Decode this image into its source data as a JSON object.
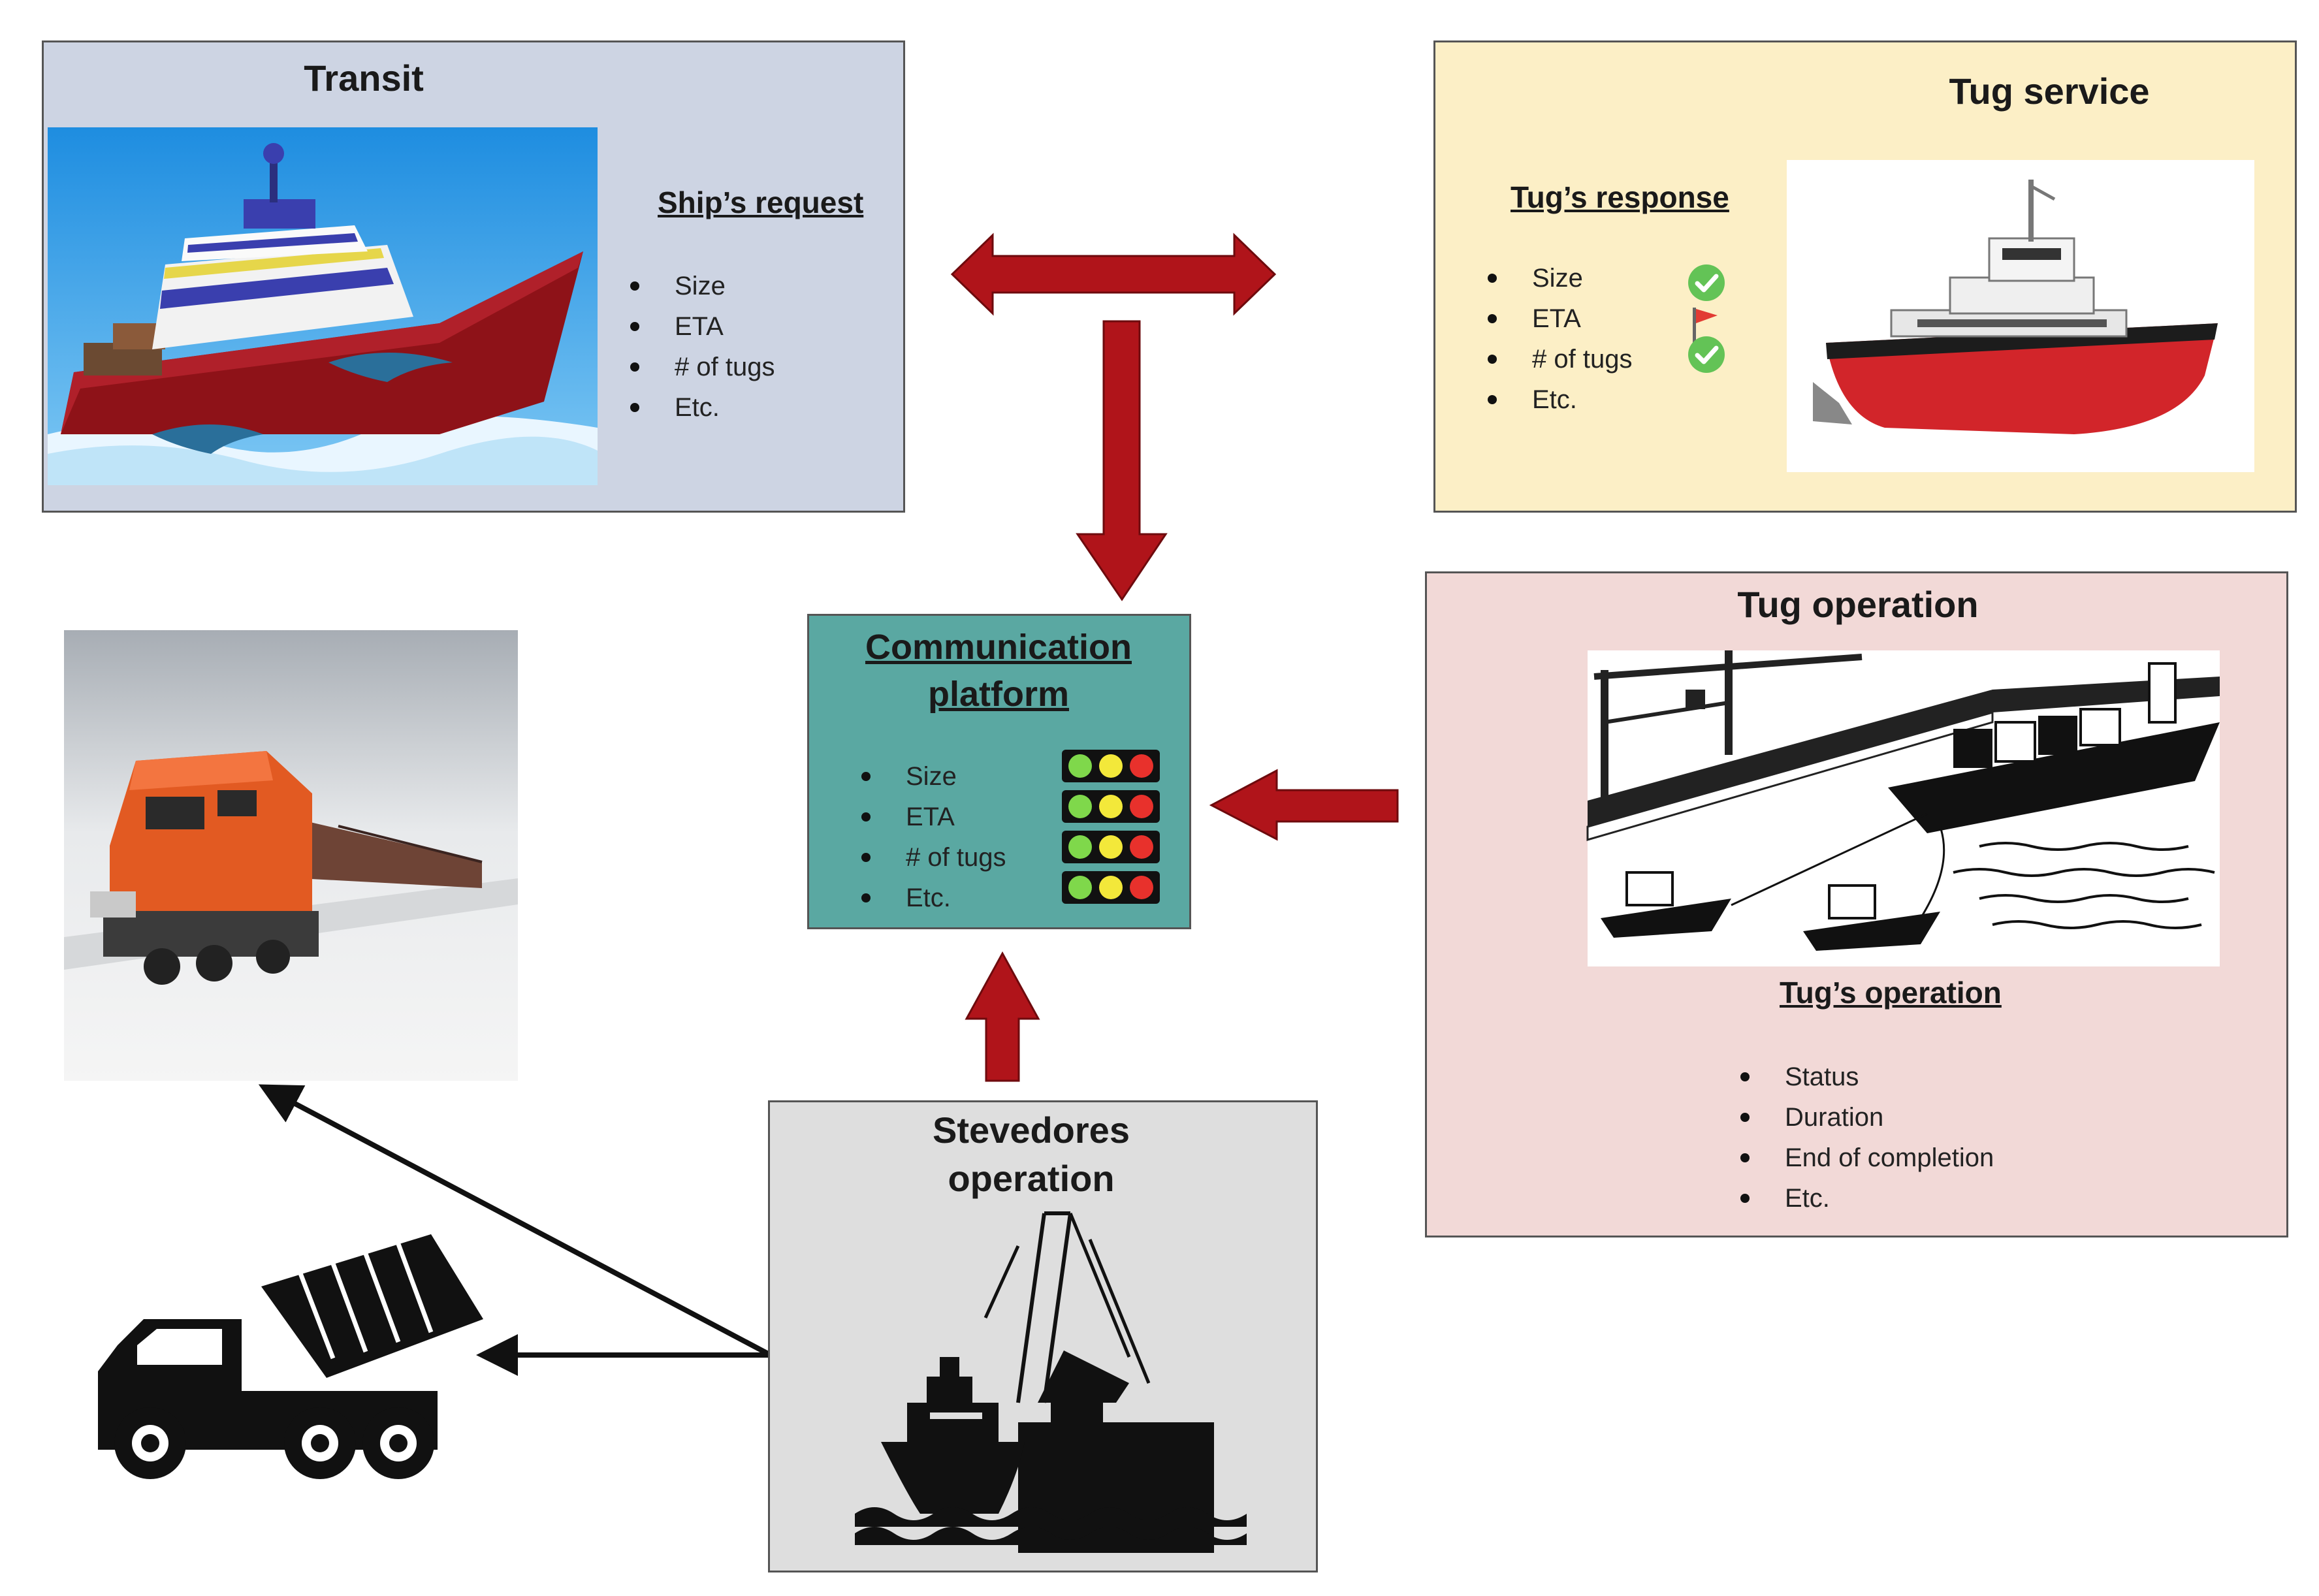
{
  "colors": {
    "arrow_red": "#b0141a",
    "transit_bg": "#cdd4e3",
    "tug_service_bg": "#fcefc6",
    "tug_operation_bg": "#f2d9d7",
    "platform_bg": "#5aa8a2",
    "stevedores_bg": "#dedede",
    "light_green": "#7fd84b",
    "light_yellow": "#f3e83a",
    "light_red": "#e8312c"
  },
  "transit": {
    "title": "Transit",
    "request_heading": "Ship’s request",
    "items": [
      "Size",
      "ETA",
      "# of tugs",
      "Etc."
    ],
    "image_icon": "icebreaker-ship-icon"
  },
  "tug_service": {
    "title": "Tug service",
    "response_heading": "Tug’s response",
    "items": [
      "Size",
      "ETA",
      "# of tugs",
      "Etc."
    ],
    "status_icons": [
      "check-icon",
      "flag-icon",
      "check-icon"
    ],
    "image_icon": "tugboat-icon"
  },
  "platform": {
    "title": "Communication platform",
    "items": [
      "Size",
      "ETA",
      "# of tugs",
      "Etc."
    ],
    "traffic_lights": [
      "green",
      "yellow",
      "red"
    ]
  },
  "tug_operation": {
    "title": "Tug operation",
    "operation_heading": "Tug’s operation",
    "items": [
      "Status",
      "Duration",
      "End of completion",
      "Etc."
    ],
    "image_icon": "port-tugs-sketch-icon"
  },
  "stevedores": {
    "title": "Stevedores operation",
    "image_icon": "port-crane-ship-icon"
  },
  "train": {
    "image_icon": "freight-train-icon"
  },
  "truck": {
    "image_icon": "mixer-truck-icon"
  }
}
